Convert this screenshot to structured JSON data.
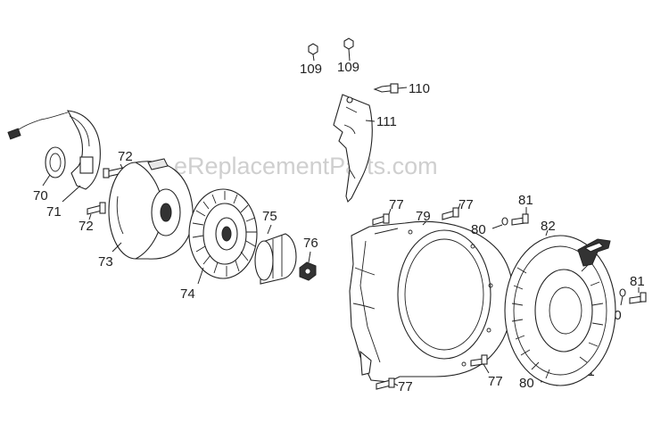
{
  "watermark": "eReplacementParts.com",
  "labels": {
    "l70": "70",
    "l71": "71",
    "l72a": "72",
    "l72b": "72",
    "l73": "73",
    "l74": "74",
    "l75": "75",
    "l76": "76",
    "l77a": "77",
    "l77b": "77",
    "l77c": "77",
    "l77d": "77",
    "l79": "79",
    "l80a": "80",
    "l80b": "80",
    "l80c": "80",
    "l81a": "81",
    "l81b": "81",
    "l81c": "81",
    "l82": "82",
    "l109a": "109",
    "l109b": "109",
    "l110": "110",
    "l111": "111"
  }
}
